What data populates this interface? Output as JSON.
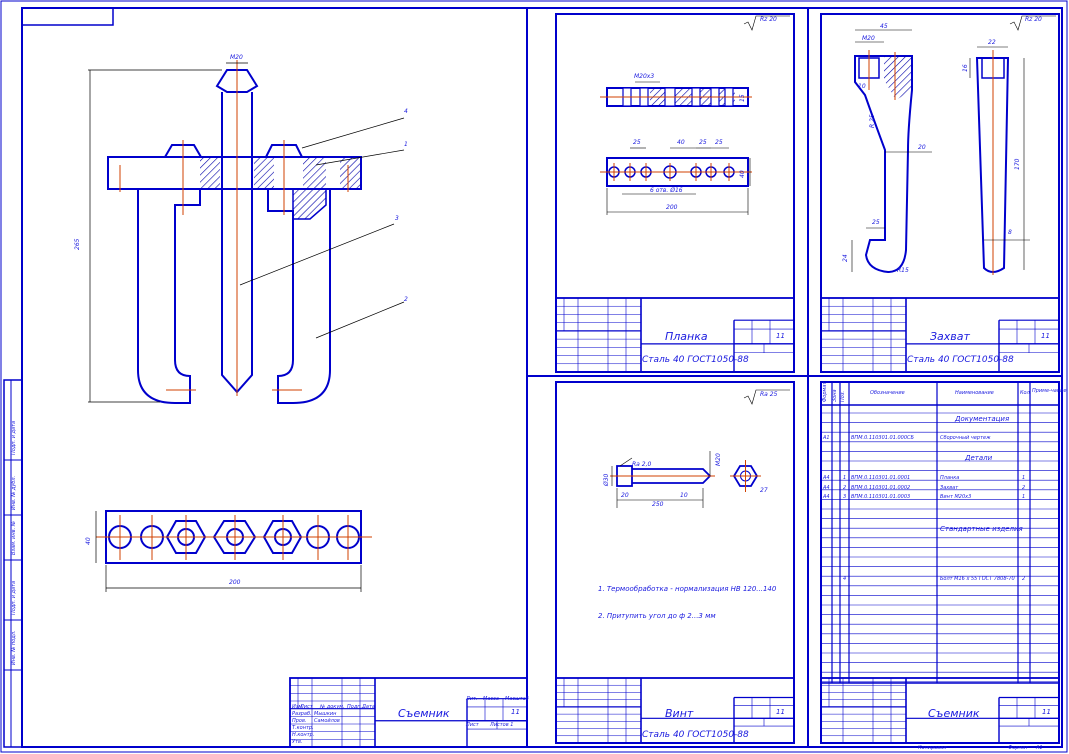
{
  "colors": {
    "frame": "#0000cc",
    "dim": "#d04000",
    "text": "#1a1adf",
    "hatch": "#0000aa"
  },
  "assembly": {
    "title": "Съемник",
    "sheet_no": "11",
    "dims": {
      "height": "265",
      "bolt": "М20",
      "width": "200",
      "plate_h": "40"
    },
    "leaders": [
      "4",
      "1",
      "3",
      "2"
    ],
    "side_labels": [
      "Подп. и дата",
      "Инв. № дубл.",
      "Взам. инв. №",
      "Подп. и дата",
      "Инв. № подл."
    ]
  },
  "planka": {
    "title": "Планка",
    "material": "Сталь 40 ГОСТ1050-88",
    "roughness": "Rz 20",
    "sheet_no": "11",
    "dims": {
      "thread": "М20х3",
      "d1": "25",
      "d2": "40",
      "d3": "25",
      "d4": "25",
      "holes": "6 отв. Ø16",
      "length": "200",
      "h": "40",
      "t": "15"
    }
  },
  "zahvat": {
    "title": "Захват",
    "material": "Сталь 40 ГОСТ1050-88",
    "roughness": "Rz 20",
    "sheet_no": "11",
    "dims": {
      "top": "45",
      "thread": "М20",
      "a": "10",
      "r": "R 25",
      "w": "20",
      "b": "25",
      "c": "24",
      "r2": "R15",
      "w2": "22",
      "h2": "16",
      "len": "170",
      "d": "8"
    }
  },
  "vint": {
    "title": "Винт",
    "material": "Сталь 40 ГОСТ1050-88",
    "roughness": "Ra 25",
    "inner_roughness": "Ra 2,0",
    "sheet_no": "11",
    "dims": {
      "d": "Ø30",
      "thread": "М20",
      "a": "20",
      "len": "250",
      "b": "10",
      "s": "27"
    },
    "notes": [
      "1. Термообработка - нормализация HB 120...140",
      "2. Притупить угол до ф 2...3 мм"
    ]
  },
  "spec": {
    "title": "Съемник",
    "sheet_no": "11",
    "headers": [
      "Формат",
      "Зона",
      "Поз.",
      "Обозначение",
      "Наименование",
      "Кол.",
      "Приме-чание"
    ],
    "sections": {
      "docs": "Документация",
      "parts": "Детали",
      "standard": "Стандартные изделия"
    },
    "rows": [
      {
        "fmt": "А1",
        "pos": "",
        "code": "ВПМ.0.110301.01.000СБ",
        "name": "Сборочный чертеж",
        "qty": ""
      },
      {
        "fmt": "А4",
        "pos": "1",
        "code": "ВПМ.0.110301.01.0001",
        "name": "Планка",
        "qty": "1"
      },
      {
        "fmt": "А4",
        "pos": "2",
        "code": "ВПМ.0.110301.01.0002",
        "name": "Захват",
        "qty": "2"
      },
      {
        "fmt": "А4",
        "pos": "3",
        "code": "ВПМ.0.110301.01.0003",
        "name": "Винт М20х3",
        "qty": "1"
      },
      {
        "fmt": "",
        "pos": "4",
        "code": "",
        "name": "Болт М16 х 55 ГОСТ 7808-70",
        "qty": "2"
      }
    ]
  },
  "title_block": {
    "rows": [
      "Изм.",
      "Лист",
      "№ докум.",
      "Подп.",
      "Дата"
    ],
    "roles": [
      "Разраб.",
      "Пров.",
      "Т.контр.",
      "Н.контр.",
      "Утв."
    ],
    "names": [
      "Мышкин",
      "Самойлов"
    ],
    "cols": [
      "Лит.",
      "Масса",
      "Масштаб"
    ],
    "sheet": "Лист",
    "sheets": "Листов 1"
  },
  "footer": {
    "copied": "Копировал",
    "format_label": "Формат",
    "format_value": "А1"
  }
}
